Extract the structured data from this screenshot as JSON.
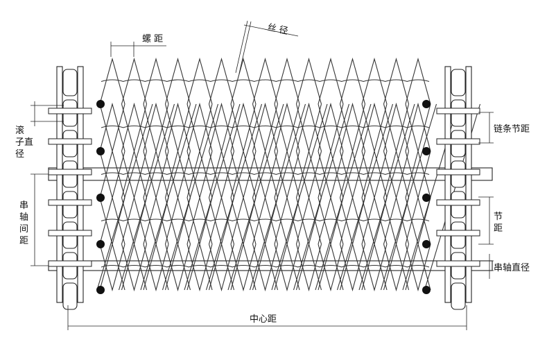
{
  "diagram": {
    "labels": {
      "spiral_pitch": "螺 距",
      "wire_diameter": "丝 径",
      "roller_diameter": "滚\n子直\n径",
      "rod_spacing": "串\n轴\n间\n距",
      "chain_pitch": "链条节距",
      "pitch": "节\n距",
      "rod_diameter": "串轴直径",
      "center_distance": "中心距"
    },
    "colors": {
      "line": "#222222",
      "background": "#ffffff"
    },
    "spiral_count": 15,
    "row_count": 4
  }
}
